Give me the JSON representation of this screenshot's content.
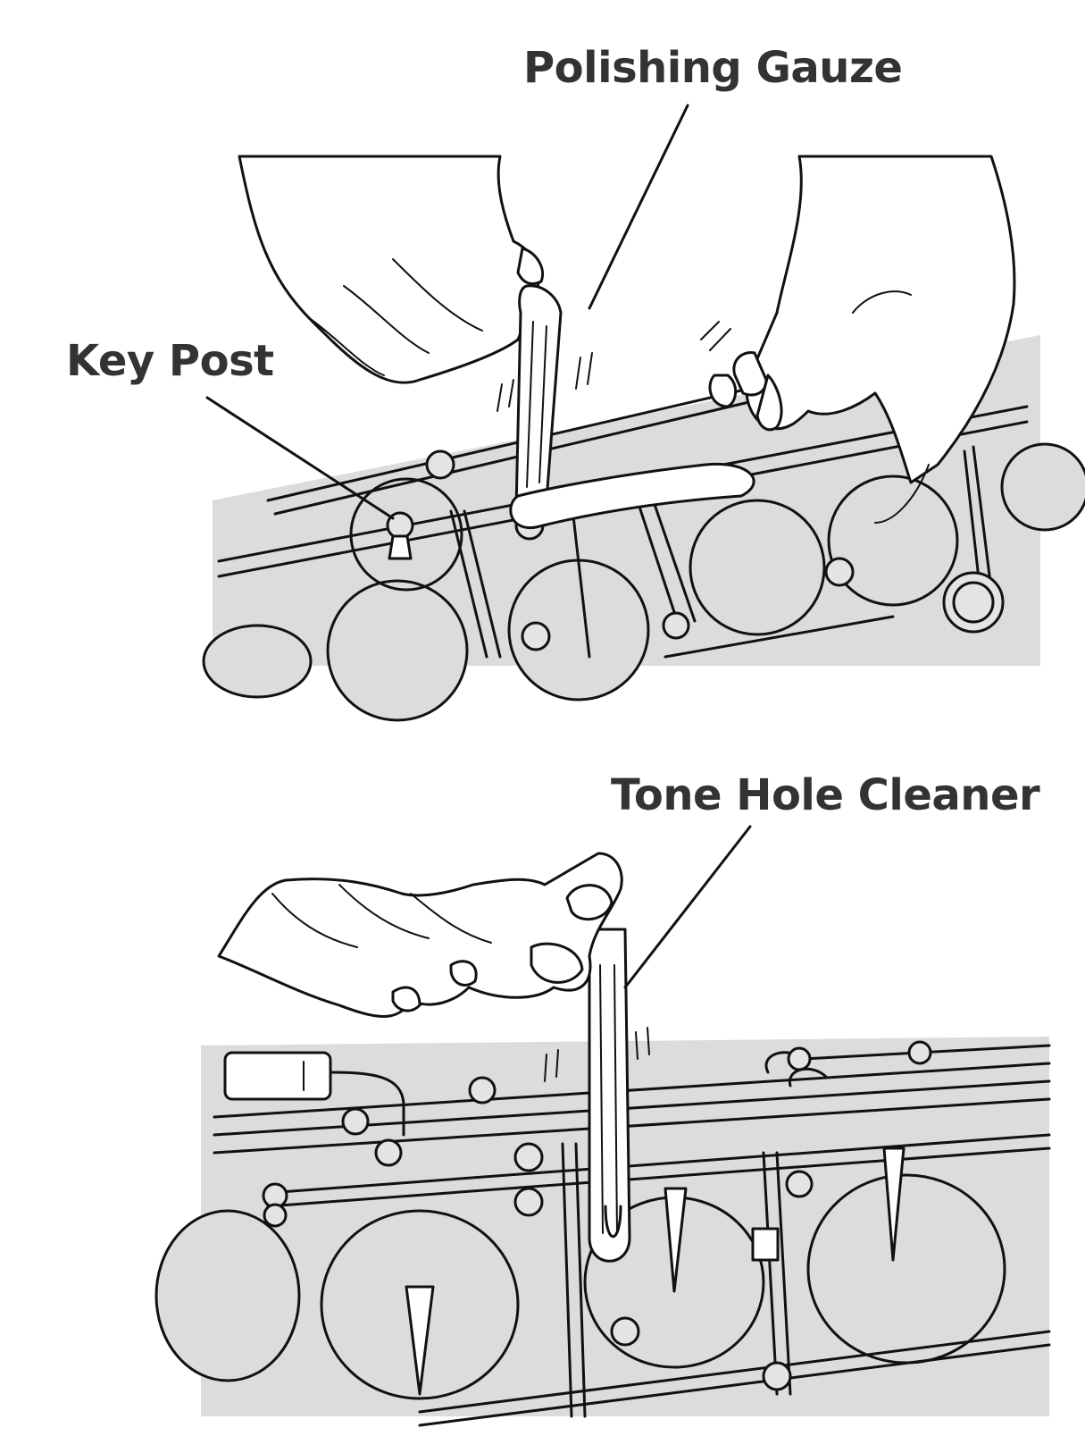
{
  "labels": {
    "polishing_gauze": "Polishing Gauze",
    "key_post": "Key Post",
    "tone_hole_cleaner": "Tone Hole Cleaner"
  },
  "colors": {
    "body_fill": "#dcdcdc",
    "label_text": "#333333",
    "line": "#111111"
  }
}
